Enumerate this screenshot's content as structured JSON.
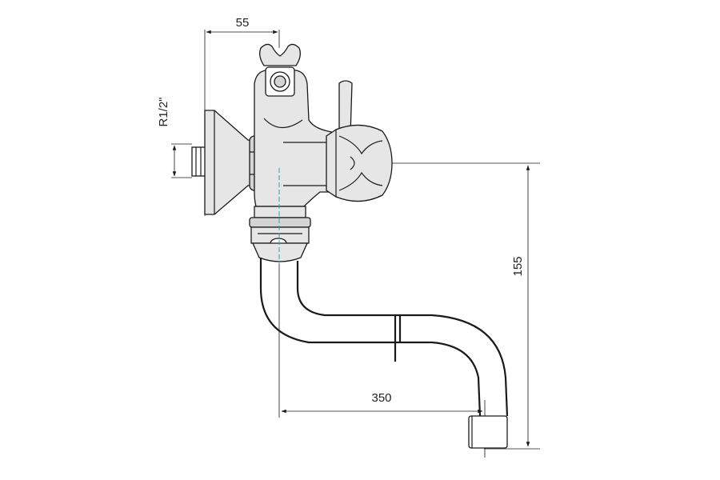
{
  "dimensions": {
    "top_width": "55",
    "thread": "R1/2\"",
    "height": "155",
    "reach": "350"
  },
  "colors": {
    "line": "#1a1a1a",
    "shading": "#e6e6e6",
    "centerline": "#2aa7a7"
  }
}
